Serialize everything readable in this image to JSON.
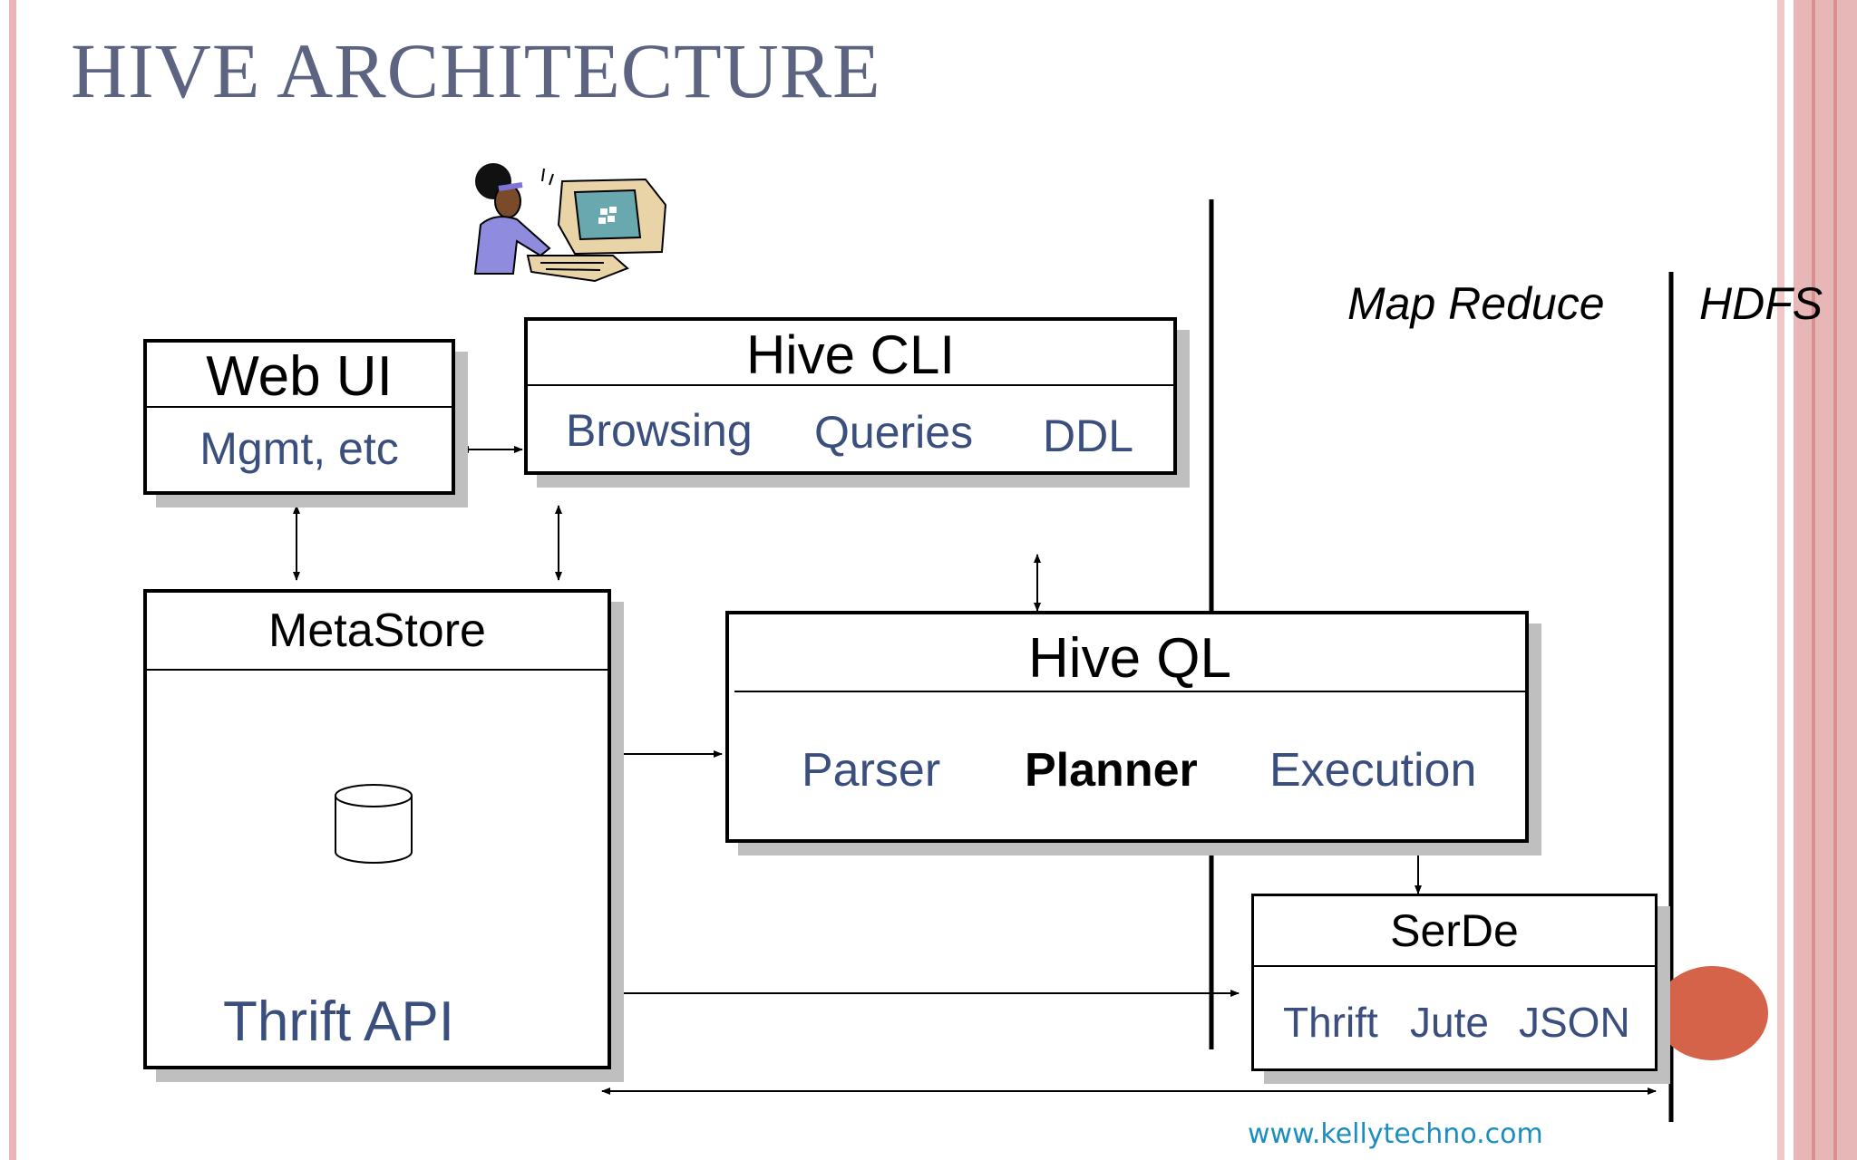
{
  "slide": {
    "title": "HIVE ARCHITECTURE",
    "footer": "www.kellytechno.com"
  },
  "web_ui": {
    "title": "Web UI",
    "subtitle": "Mgmt, etc"
  },
  "hive_cli": {
    "title": "Hive CLI",
    "items": [
      "Browsing",
      "Queries",
      "DDL"
    ]
  },
  "metastore": {
    "title": "MetaStore",
    "api_label": "Thrift  API"
  },
  "hive_ql": {
    "title": "Hive QL",
    "items": [
      "Parser",
      "Planner",
      "Execution"
    ]
  },
  "serde": {
    "title": "SerDe",
    "items": [
      "Thrift",
      "Jute",
      "JSON"
    ]
  },
  "columns": {
    "map_reduce": "Map Reduce",
    "hdfs": "HDFS"
  },
  "colors": {
    "title": "#5d6481",
    "label_blue": "#3a4f7e",
    "footer_link": "#1c8dc0",
    "accent_circle": "#d4634a",
    "stripe_pink": "#e7b6b6"
  }
}
